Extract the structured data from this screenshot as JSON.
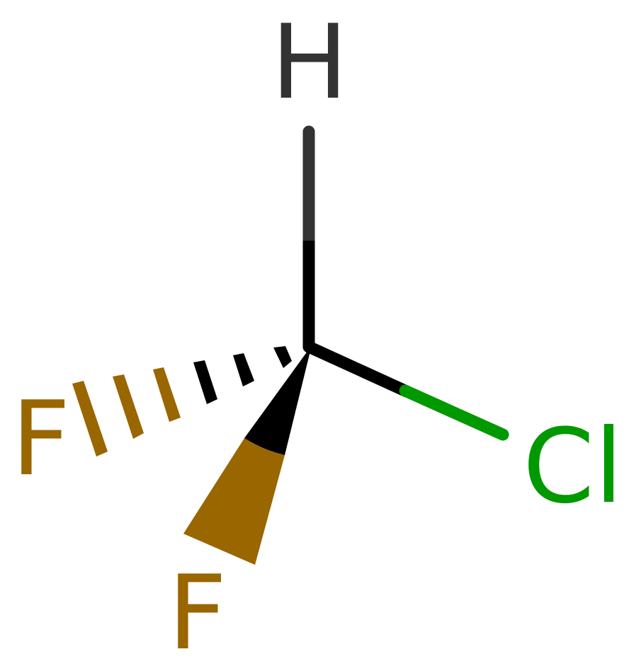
{
  "diagram": {
    "type": "molecular-structure",
    "molecule": "CHClF2",
    "center_atom": "C",
    "atoms": [
      {
        "id": "H",
        "label": "H",
        "color": "#333333"
      },
      {
        "id": "Cl",
        "label": "Cl",
        "color": "#009900"
      },
      {
        "id": "F1",
        "label": "F",
        "color": "#996600"
      },
      {
        "id": "F2",
        "label": "F",
        "color": "#996600"
      }
    ],
    "bonds": [
      {
        "from": "C",
        "to": "H",
        "style": "single"
      },
      {
        "from": "C",
        "to": "Cl",
        "style": "single"
      },
      {
        "from": "C",
        "to": "F1",
        "style": "hashed-wedge"
      },
      {
        "from": "C",
        "to": "F2",
        "style": "solid-wedge"
      }
    ],
    "colors": {
      "carbon_bond": "#000000",
      "hydrogen": "#333333",
      "chlorine": "#009900",
      "fluorine": "#996600",
      "background": "#ffffff"
    }
  }
}
